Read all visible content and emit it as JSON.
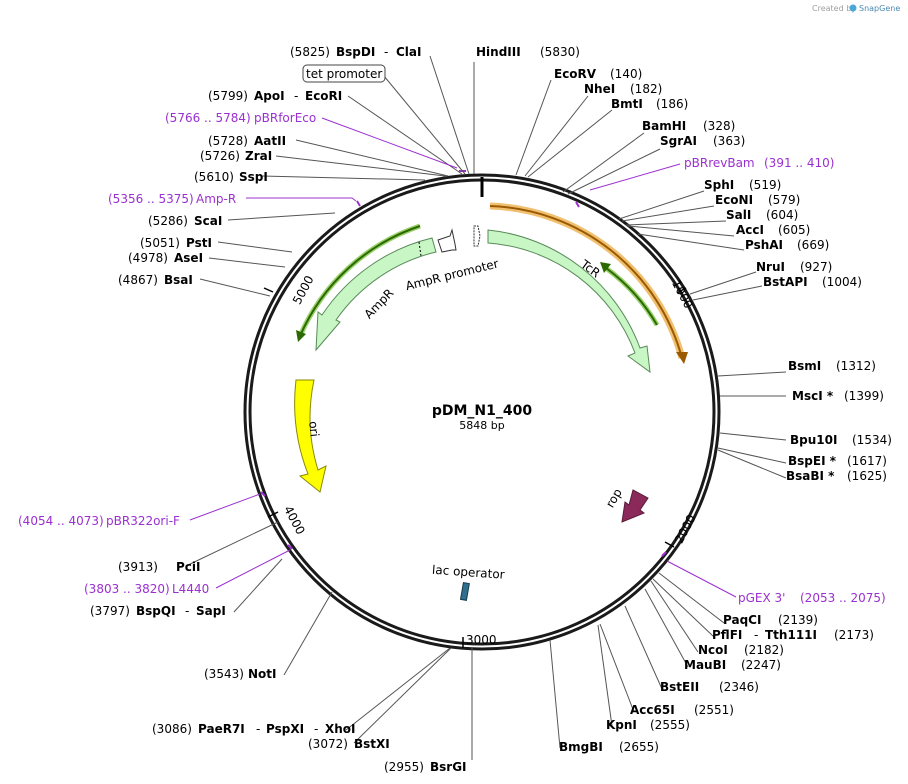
{
  "credit": {
    "text": "Created by",
    "brand": "SnapGene"
  },
  "plasmid": {
    "name": "pDM_N1_400",
    "size_label": "5848 bp"
  },
  "ticks": [
    {
      "label": "1000"
    },
    {
      "label": "2000"
    },
    {
      "label": "3000"
    },
    {
      "label": "4000"
    },
    {
      "label": "5000"
    }
  ],
  "features": [
    {
      "label": "TcR",
      "color": "#c8f7c5"
    },
    {
      "label": "rop",
      "color": "#8b2a5a"
    },
    {
      "label": "lac operator",
      "color": "#2e6e8e"
    },
    {
      "label": "ori",
      "color": "#ffff00"
    },
    {
      "label": "AmpR",
      "color": "#c8f7c5"
    },
    {
      "label": "AmpR promoter",
      "color": "#ffffff"
    },
    {
      "label": "tet promoter",
      "color": "#ffffff"
    }
  ],
  "enzymes": [
    {
      "name": "BspDI",
      "name2": "ClaI",
      "pos": "(5825)"
    },
    {
      "name": "HindIII",
      "pos": "(5830)"
    },
    {
      "name": "EcoRV",
      "pos": "(140)"
    },
    {
      "name": "NheI",
      "pos": "(182)"
    },
    {
      "name": "BmtI",
      "pos": "(186)"
    },
    {
      "name": "ApoI",
      "name2": "EcoRI",
      "pos": "(5799)"
    },
    {
      "name": "BamHI",
      "pos": "(328)"
    },
    {
      "name": "SgrAI",
      "pos": "(363)"
    },
    {
      "name": "AatII",
      "pos": "(5728)"
    },
    {
      "name": "ZraI",
      "pos": "(5726)"
    },
    {
      "name": "SphI",
      "pos": "(519)"
    },
    {
      "name": "SspI",
      "pos": "(5610)"
    },
    {
      "name": "EcoNI",
      "pos": "(579)"
    },
    {
      "name": "SalI",
      "pos": "(604)"
    },
    {
      "name": "ScaI",
      "pos": "(5286)"
    },
    {
      "name": "AccI",
      "pos": "(605)"
    },
    {
      "name": "PstI",
      "pos": "(5051)"
    },
    {
      "name": "PshAI",
      "pos": "(669)"
    },
    {
      "name": "AseI",
      "pos": "(4978)"
    },
    {
      "name": "NruI",
      "pos": "(927)"
    },
    {
      "name": "BsaI",
      "pos": "(4867)"
    },
    {
      "name": "BstAPI",
      "pos": "(1004)"
    },
    {
      "name": "BsmI",
      "pos": "(1312)"
    },
    {
      "name": "MscI *",
      "pos": "(1399)"
    },
    {
      "name": "Bpu10I",
      "pos": "(1534)"
    },
    {
      "name": "BspEI *",
      "pos": "(1617)"
    },
    {
      "name": "BsaBI *",
      "pos": "(1625)"
    },
    {
      "name": "PciI",
      "pos": "(3913)"
    },
    {
      "name": "BspQI",
      "name2": "SapI",
      "pos": "(3797)"
    },
    {
      "name": "PaqCI",
      "pos": "(2139)"
    },
    {
      "name": "PflFI",
      "name2": "Tth111I",
      "pos": "(2173)"
    },
    {
      "name": "NcoI",
      "pos": "(2182)"
    },
    {
      "name": "MauBI",
      "pos": "(2247)"
    },
    {
      "name": "NotI",
      "pos": "(3543)"
    },
    {
      "name": "BstEII",
      "pos": "(2346)"
    },
    {
      "name": "Acc65I",
      "pos": "(2551)"
    },
    {
      "name": "KpnI",
      "pos": "(2555)"
    },
    {
      "name": "PaeR7I",
      "name2": "PspXI",
      "name3": "XhoI",
      "pos": "(3086)"
    },
    {
      "name": "BmgBI",
      "pos": "(2655)"
    },
    {
      "name": "BstXI",
      "pos": "(3072)"
    },
    {
      "name": "BsrGI",
      "pos": "(2955)"
    }
  ],
  "primers": [
    {
      "range": "(5766 .. 5784)",
      "name": "pBRforEco"
    },
    {
      "range": "(391 .. 410)",
      "name": "pBRrevBam"
    },
    {
      "range": "(5356 .. 5375)",
      "name": "Amp-R"
    },
    {
      "range": "(4054 .. 4073)",
      "name": "pBR322ori-F"
    },
    {
      "range": "(3803 .. 3820)",
      "name": "L4440"
    },
    {
      "name": "pGEX 3'",
      "range": "(2053 .. 2075)"
    }
  ],
  "colors": {
    "backbone": "#1a1a1a",
    "primer": "#9b30d0",
    "leader": "#555555",
    "arrow_green": "#3a7d00",
    "arrow_orange": "#c07000"
  }
}
